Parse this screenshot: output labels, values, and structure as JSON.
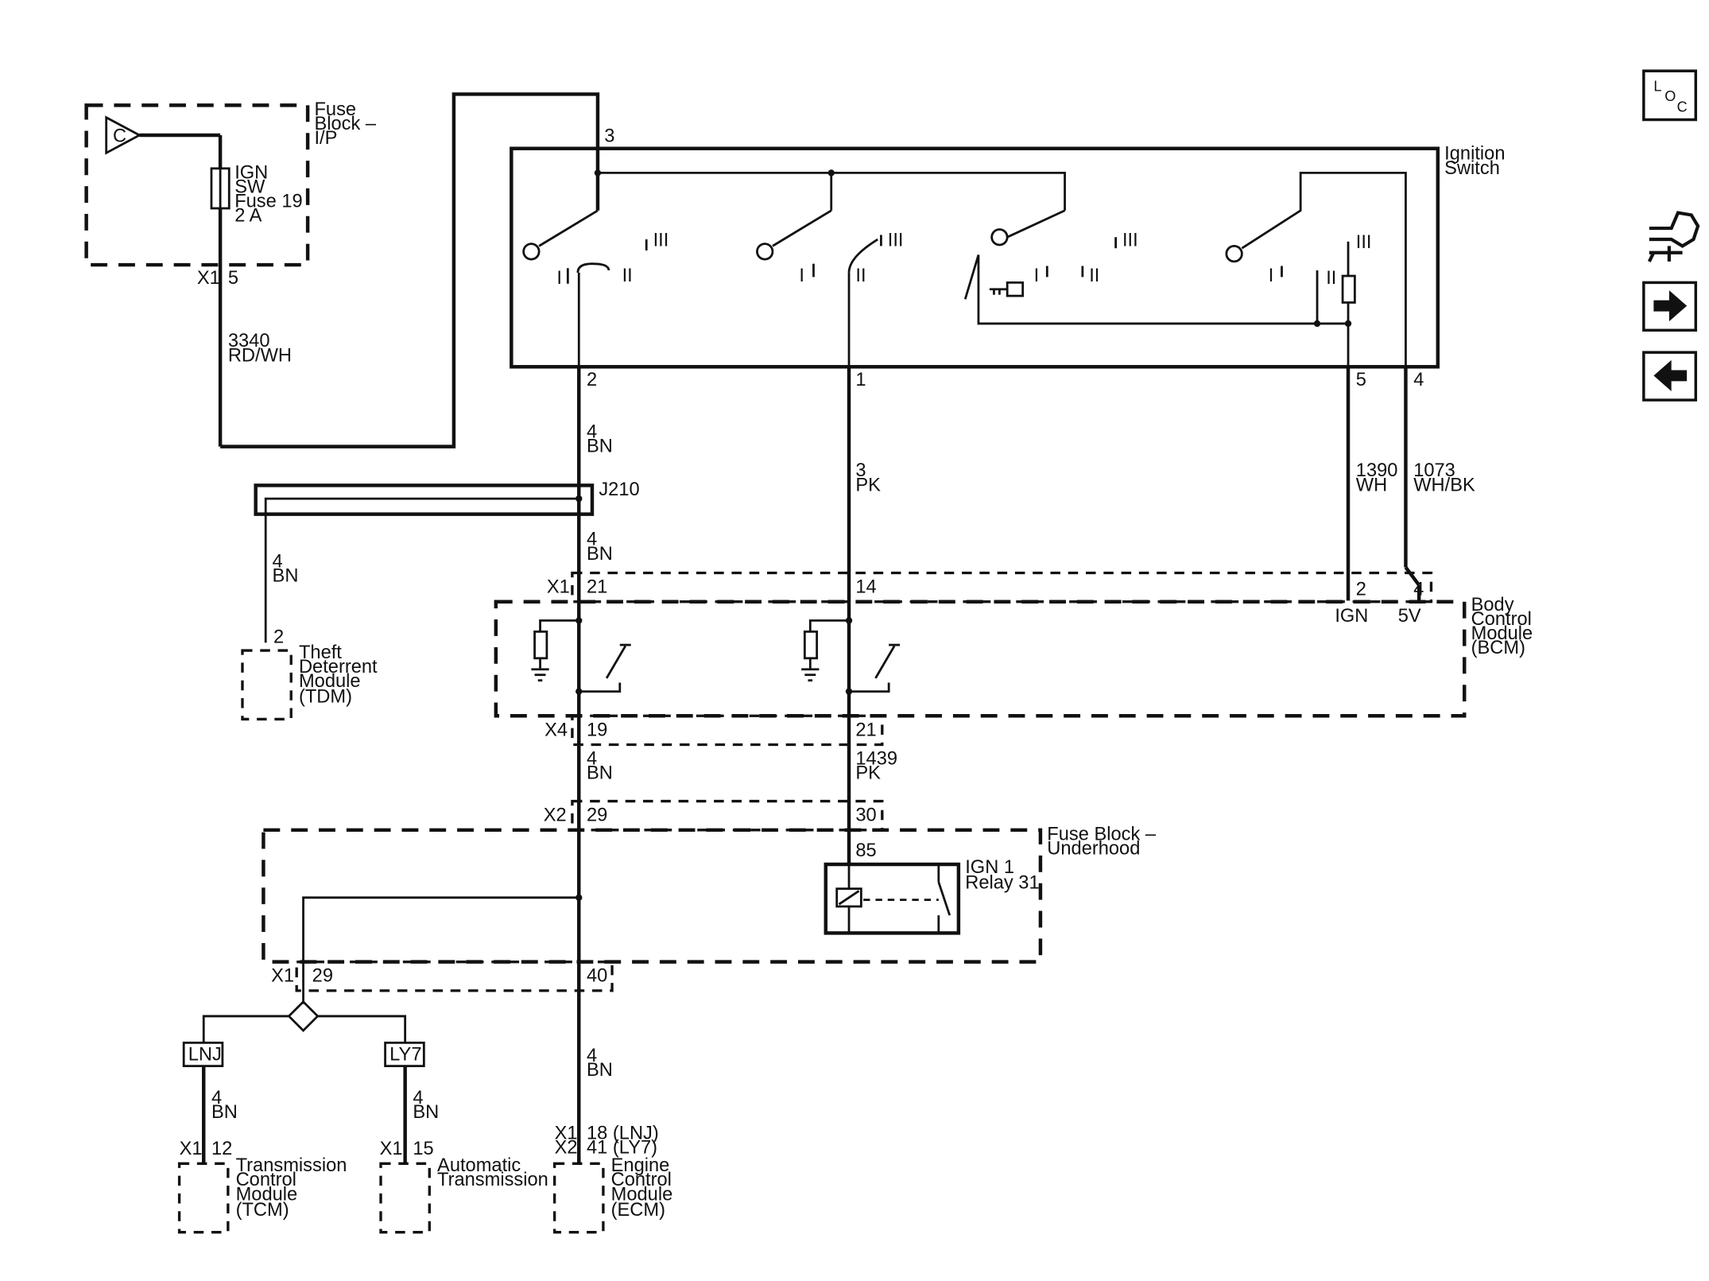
{
  "fuse_block_ip": {
    "label": [
      "Fuse",
      "Block –",
      "I/P"
    ],
    "bus": "C",
    "fuse": [
      "IGN",
      "SW",
      "Fuse 19",
      "2 A"
    ],
    "conn": "X1",
    "pin": "5",
    "wire": [
      "3340",
      "RD/WH"
    ]
  },
  "ignition_switch": {
    "label": [
      "Ignition",
      "Switch"
    ],
    "pin_top": "3",
    "pins": [
      "2",
      "1",
      "5",
      "4"
    ],
    "pos": {
      "I": "I",
      "II": "II",
      "III": "III"
    }
  },
  "wires": {
    "w_4bn": [
      "4",
      "BN"
    ],
    "w_3pk": [
      "3",
      "PK"
    ],
    "w_1390": [
      "1390",
      "WH"
    ],
    "w_1073": [
      "1073",
      "WH/BK"
    ],
    "w_1439": [
      "1439",
      "PK"
    ]
  },
  "splice": "J210",
  "tdm": {
    "pin": "2",
    "label": [
      "Theft",
      "Deterrent",
      "Module",
      "(TDM)"
    ]
  },
  "bcm": {
    "label": [
      "Body",
      "Control",
      "Module",
      "(BCM)"
    ],
    "conn_x1": "X1",
    "pins_x1": [
      "21",
      "14",
      "2",
      "4"
    ],
    "ign": "IGN",
    "v5": "5V",
    "conn_x4": "X4",
    "pins_x4": [
      "19",
      "21"
    ]
  },
  "fuse_block_uh": {
    "label": [
      "Fuse Block –",
      "Underhood"
    ],
    "conn_x2": "X2",
    "pins_x2": [
      "29",
      "30"
    ],
    "relay_pin": "85",
    "relay": [
      "IGN 1",
      "Relay 31"
    ],
    "conn_x1": "X1",
    "pins_x1": [
      "29",
      "40"
    ]
  },
  "options": {
    "lnj": "LNJ",
    "ly7": "LY7"
  },
  "tcm": {
    "conn": "X1",
    "pin": "12",
    "label": [
      "Transmission",
      "Control",
      "Module",
      "(TCM)"
    ]
  },
  "at": {
    "conn": "X1",
    "pin": "15",
    "label": [
      "Automatic",
      "Transmission"
    ]
  },
  "ecm": {
    "conn": [
      "X1",
      "X2"
    ],
    "pins": [
      "18 (LNJ)",
      "41 (LY7)"
    ],
    "label": [
      "Engine",
      "Control",
      "Module",
      "(ECM)"
    ]
  },
  "nav": {
    "loc": [
      "L",
      "O",
      "C"
    ],
    "icons": [
      "connector-icon",
      "arrow-right-icon",
      "arrow-left-icon"
    ]
  }
}
